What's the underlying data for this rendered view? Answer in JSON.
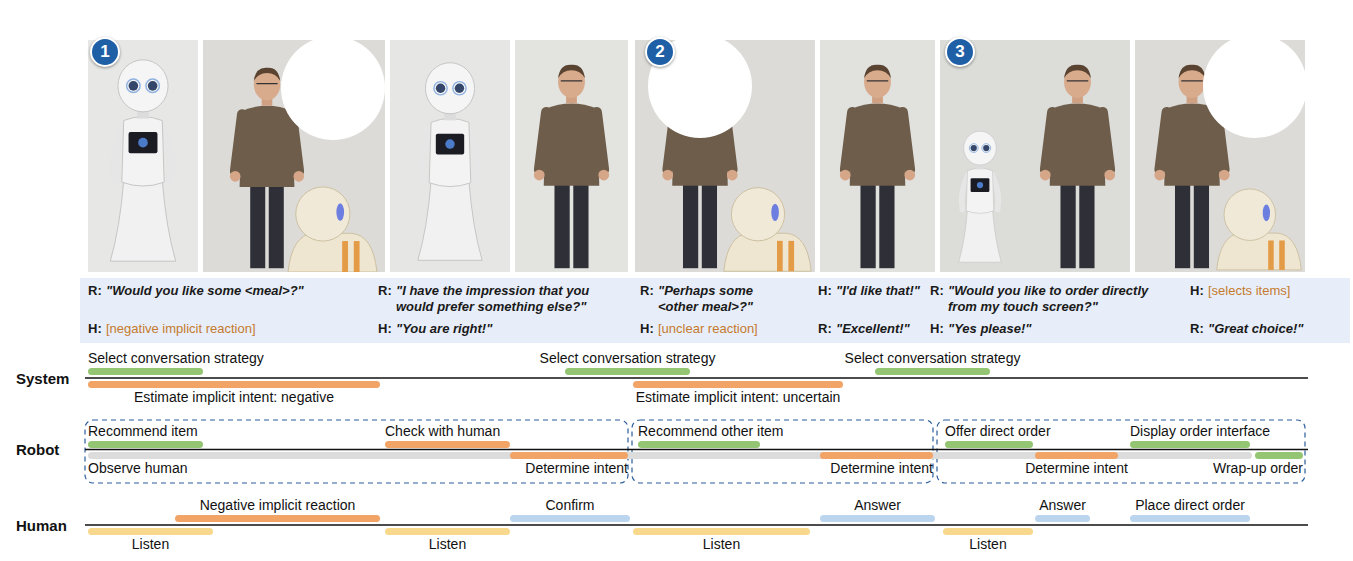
{
  "diagram": {
    "nodes": [
      {
        "text": [
          "1"
        ]
      },
      {
        "text": [
          "2"
        ]
      },
      {
        "text": [
          "3"
        ]
      },
      {
        "text": [
          "R:",
          "\"Would you like some <meal>?\"",
          "H:",
          "[negative implicit reaction]",
          "R:",
          "\"I have the impression that you would prefer something else?\"",
          "H:",
          "\"You are right!\"",
          "R:",
          "\"Perhaps some <other meal>?\"",
          "H:",
          "[unclear reaction]",
          "H:",
          "\"I'd like that!\"",
          "R:",
          "\"Excellent!\"",
          "R:",
          "\"Would you like to order directly from my touch screen?\"",
          "H:",
          "\"Yes please!\"",
          "H:",
          "[selects items]",
          "R:",
          "\"Great choice!\""
        ]
      },
      {
        "text": [
          "Select conversation strategy"
        ]
      },
      {
        "text": [
          "Estimate implicit intent: negative"
        ]
      },
      {
        "text": [
          "Select conversation strategy"
        ]
      },
      {
        "text": [
          "Estimate implicit intent: uncertain"
        ]
      },
      {
        "text": [
          "Select conversation strategy"
        ]
      },
      {
        "text": [
          "Recommend item"
        ]
      },
      {
        "text": [
          "Check with human"
        ]
      },
      {
        "text": [
          "Observe human"
        ]
      },
      {
        "text": [
          "Determine intent"
        ]
      },
      {
        "text": [
          "Recommend other item"
        ]
      },
      {
        "text": [
          "Determine intent"
        ]
      },
      {
        "text": [
          "Offer direct order"
        ]
      },
      {
        "text": [
          "Determine intent"
        ]
      },
      {
        "text": [
          "Display order interface"
        ]
      },
      {
        "text": [
          "Wrap-up order"
        ]
      },
      {
        "text": [
          "Listen"
        ]
      },
      {
        "text": [
          "Negative implicit reaction"
        ]
      },
      {
        "text": [
          "Listen"
        ]
      },
      {
        "text": [
          "Confirm"
        ]
      },
      {
        "text": [
          "Listen"
        ]
      },
      {
        "text": [
          "Answer"
        ]
      },
      {
        "text": [
          "Listen"
        ]
      },
      {
        "text": [
          "Answer"
        ]
      },
      {
        "text": [
          "Place direct order"
        ]
      }
    ],
    "labels": [
      "System",
      "Robot",
      "Human"
    ]
  }
}
